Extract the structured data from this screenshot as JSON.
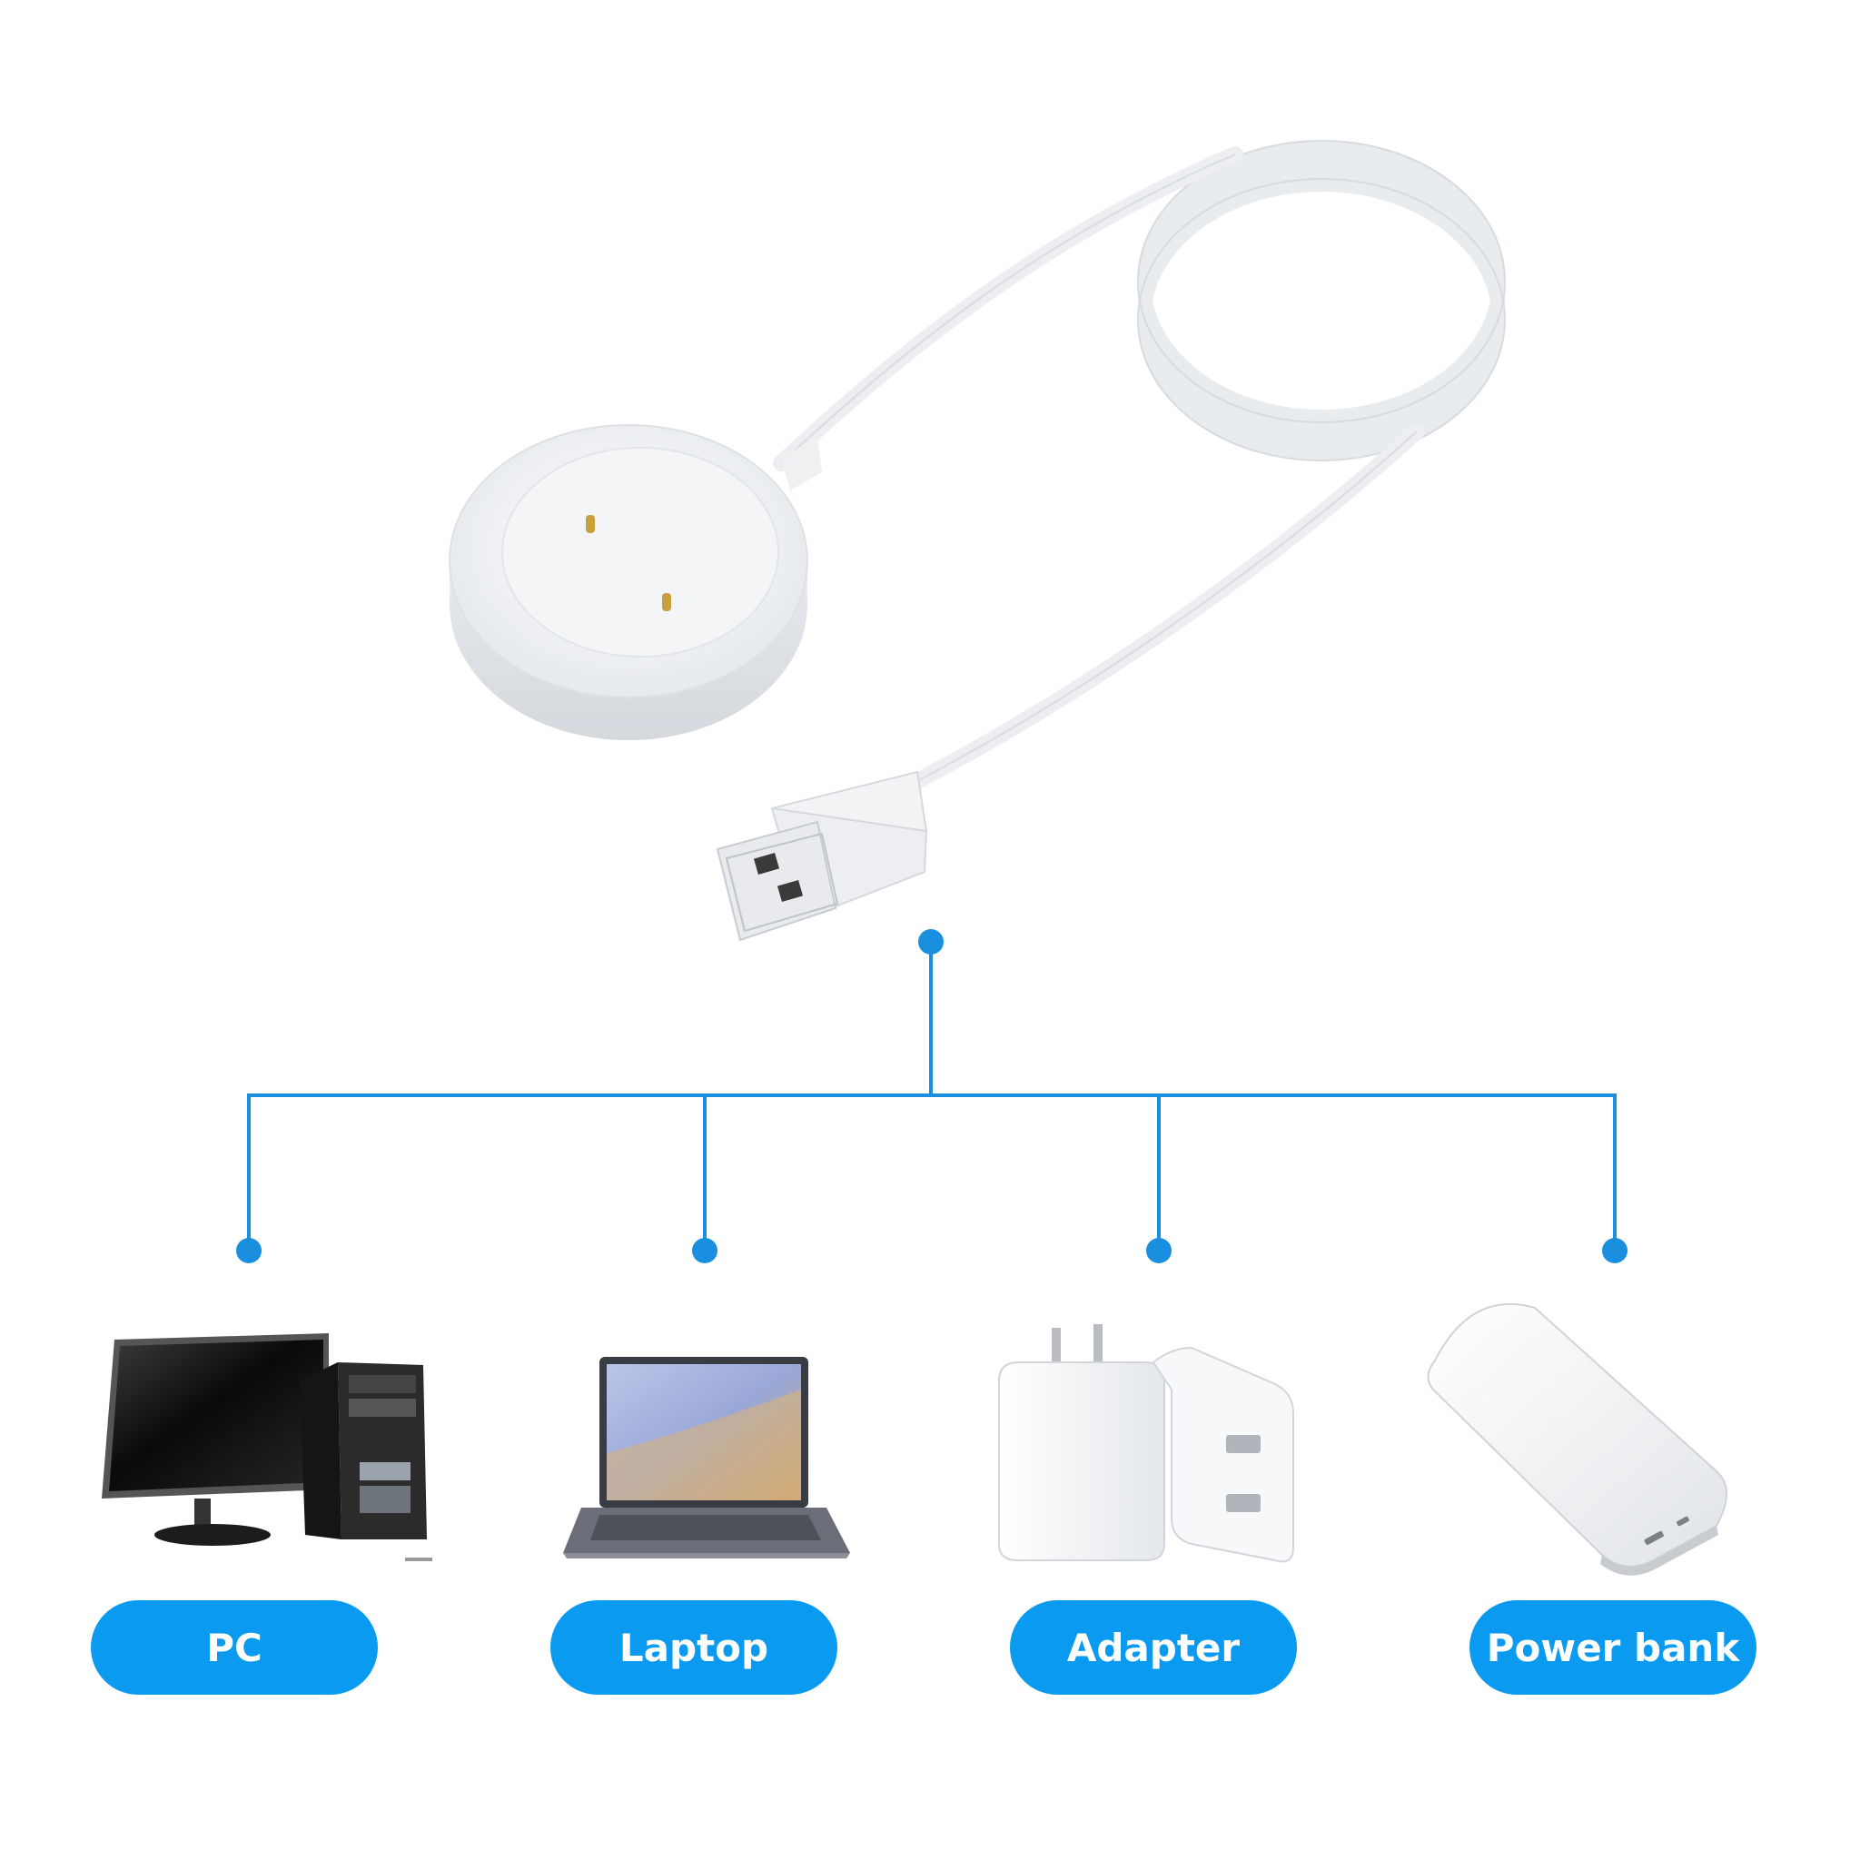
{
  "colors": {
    "accent": "#0a9af0",
    "connector": "#1a8fe0"
  },
  "hub": {
    "product": "watch-charging-cable",
    "targets": [
      {
        "id": "pc",
        "label": "PC",
        "icon": "desktop-computer-icon"
      },
      {
        "id": "laptop",
        "label": "Laptop",
        "icon": "laptop-icon"
      },
      {
        "id": "adapter",
        "label": "Adapter",
        "icon": "wall-adapter-icon"
      },
      {
        "id": "power-bank",
        "label": "Power bank",
        "icon": "power-bank-icon"
      }
    ]
  }
}
